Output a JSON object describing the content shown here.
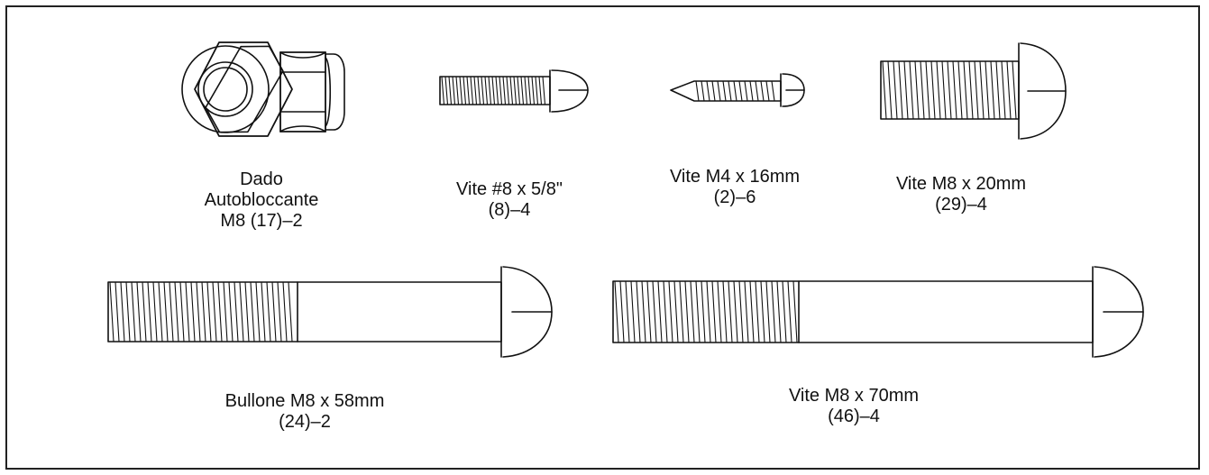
{
  "parts": [
    {
      "id": "nut",
      "lines": [
        "Dado",
        "Autobloccante",
        "M8 (17)–2"
      ]
    },
    {
      "id": "screw8",
      "lines": [
        "Vite #8 x 5/8\"",
        "(8)–4"
      ]
    },
    {
      "id": "screwM4",
      "lines": [
        "Vite M4 x 16mm",
        "(2)–6"
      ]
    },
    {
      "id": "screwM8_20",
      "lines": [
        "Vite M8 x 20mm",
        "(29)–4"
      ]
    },
    {
      "id": "boltM8_58",
      "lines": [
        "Bullone M8 x 58mm",
        "(24)–2"
      ]
    },
    {
      "id": "screwM8_70",
      "lines": [
        "Vite M8 x 70mm",
        "(46)–4"
      ]
    }
  ]
}
